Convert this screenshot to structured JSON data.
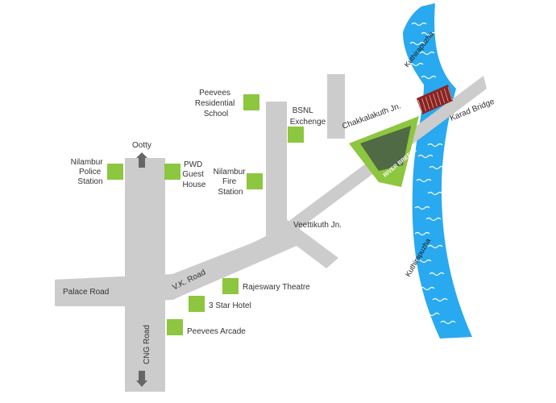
{
  "roads": {
    "ootty": "Ootty",
    "cng_road": "CNG Road",
    "palace_road": "Palace Road",
    "vk_road": "V.K. Road",
    "chakkalakuth_jn": "Chakkalakuth Jn.",
    "veettikuth_jn": "Veettikuth Jn.",
    "karad_bridge": "Karad Bridge"
  },
  "river": {
    "name_top": "Kuthirapuzha",
    "name_bottom": "Kuthirapuzha"
  },
  "project": {
    "name": "RIVER BREEZE"
  },
  "landmarks": {
    "peevees_school": [
      "Peevees",
      "Residential",
      "School"
    ],
    "bsnl": [
      "BSNL",
      "Exchenge"
    ],
    "police": [
      "Nilambur",
      "Police",
      "Station"
    ],
    "pwd": [
      "PWD",
      "Guest",
      "House"
    ],
    "fire": [
      "Nilambur",
      "Fire",
      "Station"
    ],
    "rajeswary": "Rajeswary Theatre",
    "star_hotel": "3 Star Hotel",
    "arcade": "Peevees Arcade"
  },
  "colors": {
    "road": "#cccccc",
    "river": "#29a9f0",
    "landmark": "#8dc63f",
    "bridge": "#8b2323",
    "arrow": "#666666"
  }
}
